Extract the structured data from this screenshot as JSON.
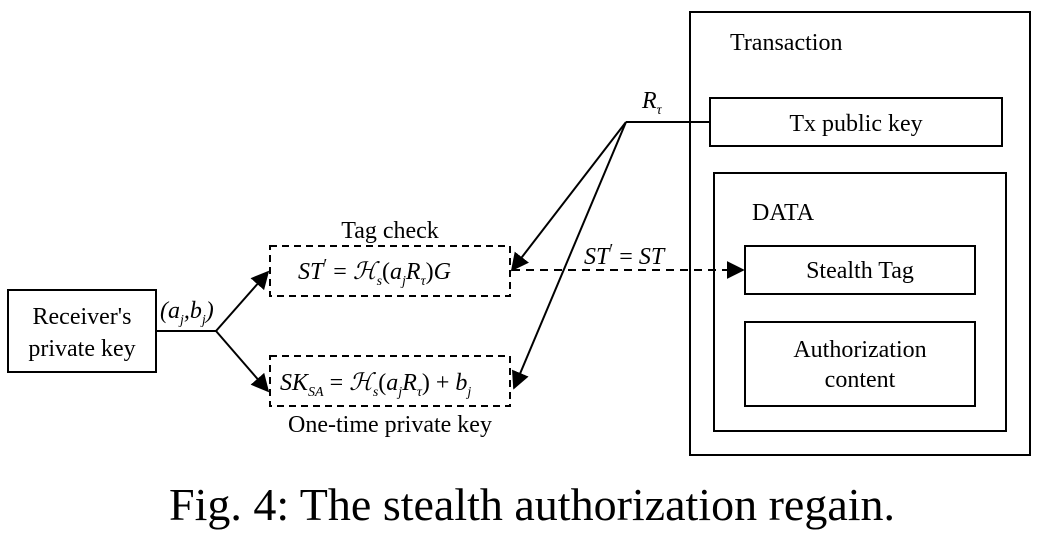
{
  "caption": "Fig. 4: The stealth authorization regain.",
  "transaction": {
    "title": "Transaction",
    "tx_public_key": "Tx public key",
    "data_title": "DATA",
    "stealth_tag": "Stealth Tag",
    "authorization_content_line1": "Authorization",
    "authorization_content_line2": "content"
  },
  "receiver": {
    "line1": "Receiver's",
    "line2": "private key"
  },
  "tag_check": {
    "title": "Tag check"
  },
  "one_time": {
    "title": "One-time private key"
  }
}
